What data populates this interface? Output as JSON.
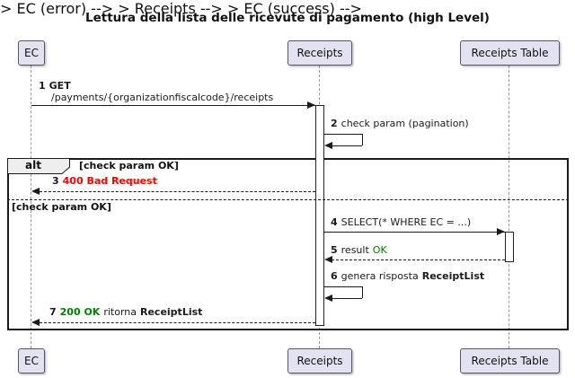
{
  "diagram": {
    "title": "Lettura della lista delle ricevute di pagamento (high Level)",
    "participants": {
      "ec": "EC",
      "receipts": "Receipts",
      "receipts_table": "Receipts Table"
    },
    "frame": {
      "operator": "alt",
      "guard_top": "[check param OK]",
      "guard_else": "[check param OK]"
    },
    "messages": [
      {
        "num": "1",
        "verb": "GET",
        "path": "/payments/{organizationfiscalcode}/receipts"
      },
      {
        "num": "2",
        "text": "check param (pagination)"
      },
      {
        "num": "3",
        "error": "400 Bad Request"
      },
      {
        "num": "4",
        "text": "SELECT(* WHERE EC = ...)"
      },
      {
        "num": "5",
        "text": "result",
        "status": "OK"
      },
      {
        "num": "6",
        "text": "genera risposta",
        "object": "ReceiptList"
      },
      {
        "num": "7",
        "status": "200 OK",
        "text": "ritorna",
        "object": "ReceiptList"
      }
    ],
    "colors": {
      "error": "#FF0000",
      "success": "#008000",
      "participant_fill": "#E2E2F0",
      "frame_label_fill": "#EEEEEE"
    }
  }
}
